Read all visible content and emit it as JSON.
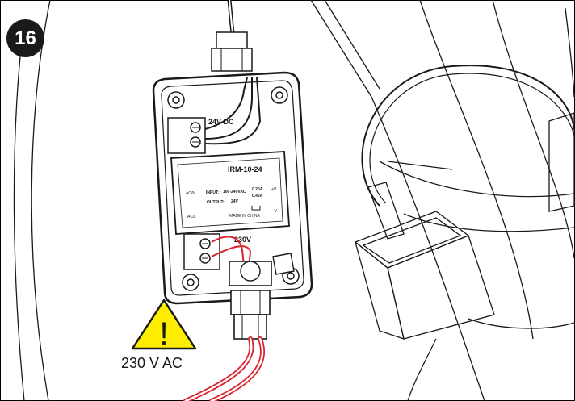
{
  "step_number": "16",
  "warning": {
    "symbol": "!",
    "label": "230 V AC",
    "fill_color": "#FFED00"
  },
  "device": {
    "terminal_top_label": "24V DC",
    "psu_model": "IRM-10-24",
    "psu_rows": [
      {
        "left": "AC/N",
        "name": "INPUT:",
        "value": "100-240VAC",
        "rating": "0.25A",
        "right": "+V"
      },
      {
        "left": "",
        "name": "OUTPUT:",
        "value": "24V",
        "rating": "0.42A",
        "right": ""
      },
      {
        "left": "AC/L",
        "name": "",
        "value": "MADE IN CHINA",
        "rating": "",
        "right": "-V"
      }
    ],
    "terminal_bottom_label": "230V"
  },
  "colors": {
    "line": "#1a1a1a",
    "cable_red": "#d9232d"
  }
}
